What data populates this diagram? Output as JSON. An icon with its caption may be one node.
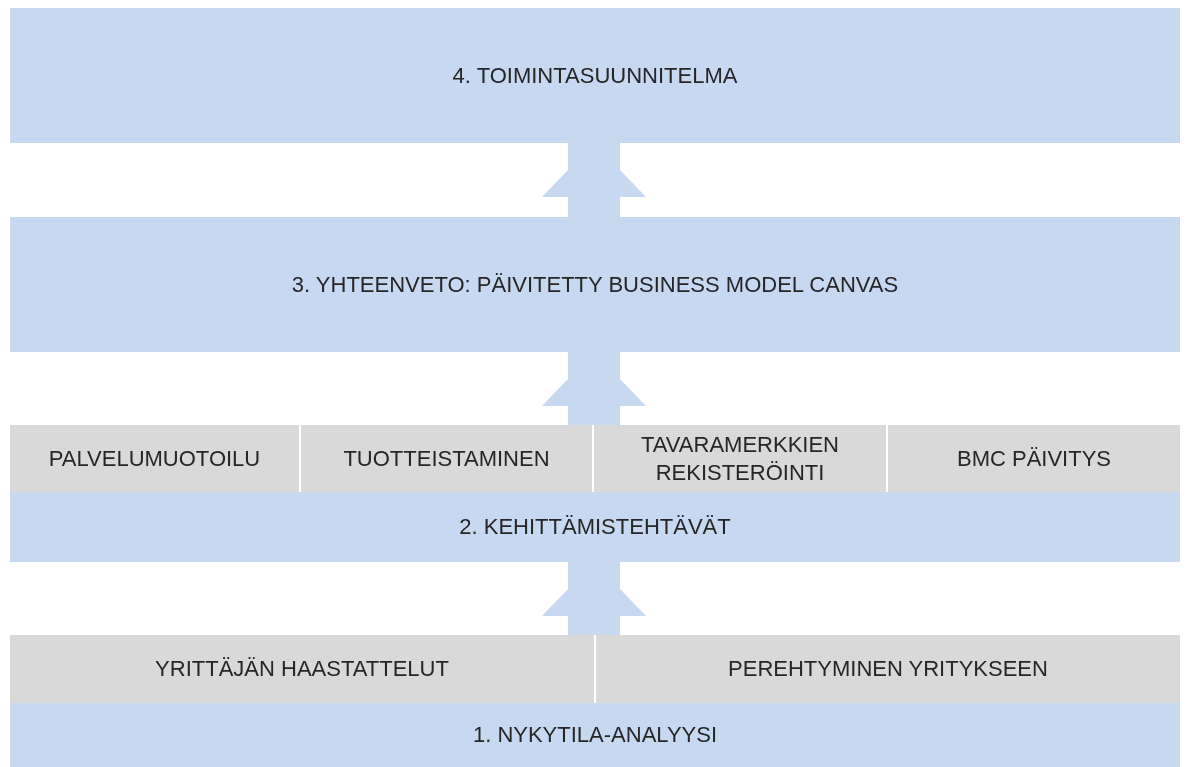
{
  "diagram": {
    "nodes": [
      {
        "text": [
          "4. TOIMINTASUUNNITELMA"
        ]
      },
      {
        "text": [
          "3. YHTEENVETO: PÄIVITETTY BUSINESS MODEL CANVAS"
        ]
      },
      {
        "text": [
          "2. KEHITTÄMISTEHTÄVÄT"
        ]
      },
      {
        "text": [
          "PALVELUMUOTOILU"
        ],
        "in": 2
      },
      {
        "text": [
          "TUOTTEISTAMINEN"
        ],
        "in": 2
      },
      {
        "text": [
          "TAVARAMERKKIEN REKISTERÖINTI"
        ],
        "in": 2
      },
      {
        "text": [
          "BMC PÄIVITYS"
        ],
        "in": 2
      },
      {
        "text": [
          "1. NYKYTILA-ANALYYSI"
        ]
      },
      {
        "text": [
          "YRITTÄJÄN HAASTATTELUT"
        ],
        "in": 7
      },
      {
        "text": [
          "PEREHTYMINEN YRITYKSEEN"
        ],
        "in": 7
      }
    ],
    "edges": [
      {
        "from": 7,
        "to": 2,
        "arrow": "to"
      },
      {
        "from": 2,
        "to": 1,
        "arrow": "to"
      },
      {
        "from": 1,
        "to": 0,
        "arrow": "to"
      }
    ]
  }
}
